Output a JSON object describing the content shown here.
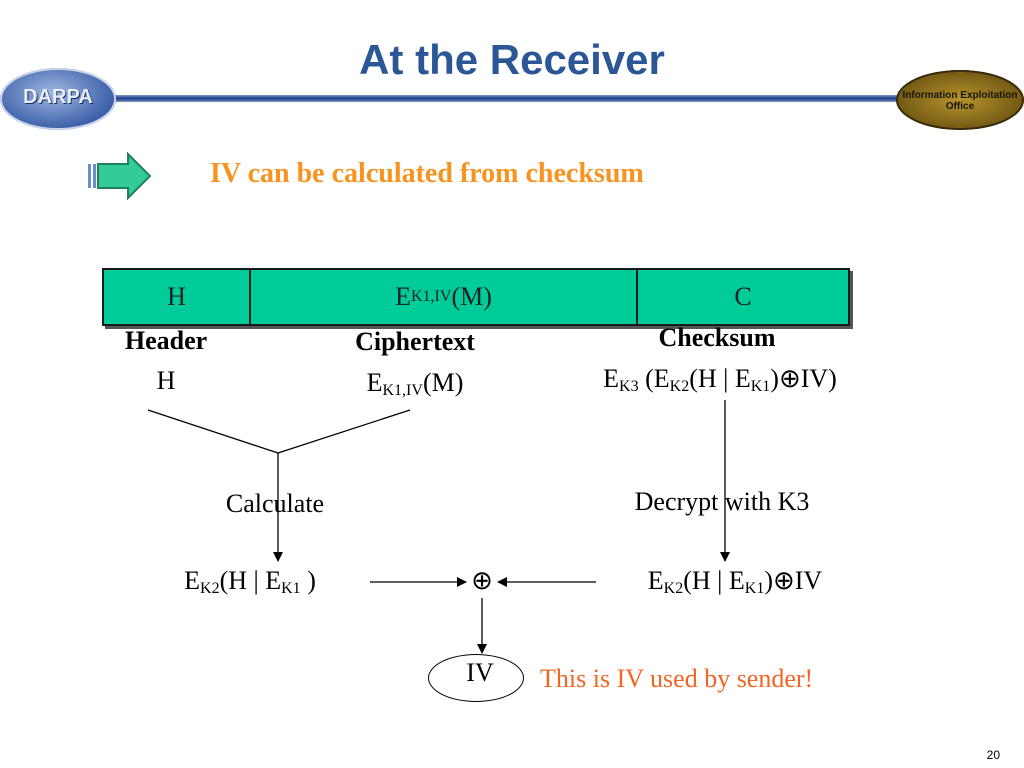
{
  "slide": {
    "title": "At the Receiver",
    "subtitle": "IV can be calculated from checksum",
    "page_number": "20"
  },
  "logos": {
    "left": "DARPA",
    "right": "Information Exploitation Office"
  },
  "table": {
    "cell_h": "H",
    "cell_c": "C",
    "cell_e": {
      "base": "E",
      "sub": "K1,IV",
      "rest": "(M)"
    }
  },
  "labels": {
    "header_title": "Header",
    "header_value": "H",
    "ciphertext_title": "Ciphertext",
    "ciphertext_value": {
      "base": "E",
      "sub": "K1,IV",
      "rest": "(M)"
    },
    "checksum_title": "Checksum",
    "checksum_value": {
      "e1": "E",
      "s1": "K3",
      "t1": " (E",
      "s2": "K2",
      "t2": "(H | E",
      "s3": "K1",
      "t3": ")⊕IV)"
    },
    "calculate": "Calculate",
    "decrypt": "Decrypt with K3",
    "left_result": {
      "e1": "E",
      "s1": "K2",
      "t1": "(H | E",
      "s2": "K1",
      "t2": " )"
    },
    "right_result": {
      "e1": "E",
      "s1": "K2",
      "t1": "(H | E",
      "s2": "K1",
      "t2": ")⊕IV"
    },
    "xor_symbol": "⊕",
    "iv_result": "IV",
    "note": "This is IV used by sender!"
  },
  "colors": {
    "title": "#2B5797",
    "subtitle": "#F7931E",
    "table_fill": "#00CC99",
    "note": "#F26522",
    "arrow_icon": "#33CC99"
  }
}
